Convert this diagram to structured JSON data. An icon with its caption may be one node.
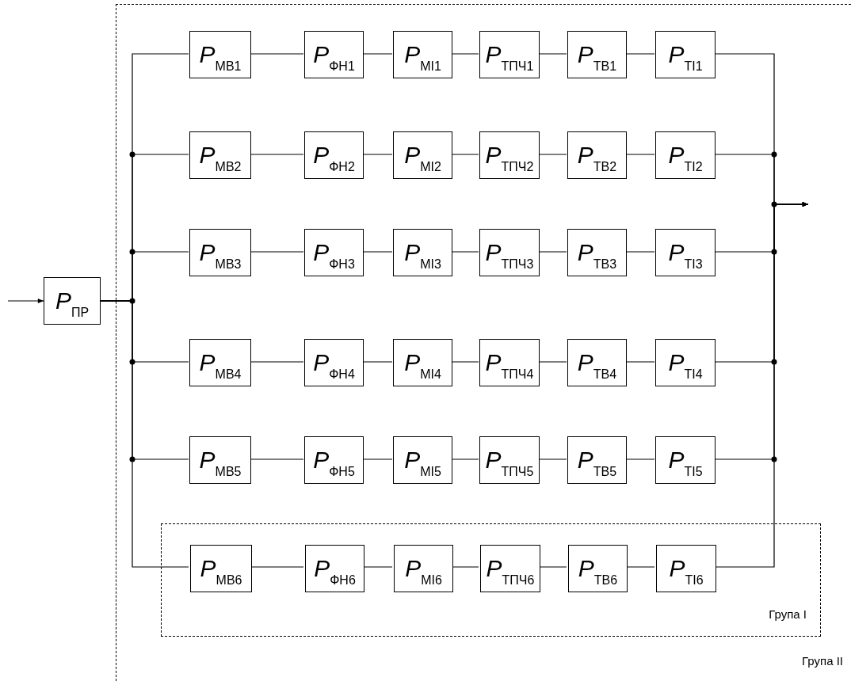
{
  "diagram": {
    "nodes": [
      {
        "text": [
          "Група II"
        ]
      },
      {
        "text": [
          "*P*$_{ПР}$"
        ]
      },
      {
        "text": [
          "*P*$_{МВ1}$"
        ],
        "in": 0
      },
      {
        "text": [
          "*P*$_{ФН1}$"
        ],
        "in": 0
      },
      {
        "text": [
          "*P*$_{МІ1}$"
        ],
        "in": 0
      },
      {
        "text": [
          "*P*$_{ТПЧ1}$"
        ],
        "in": 0
      },
      {
        "text": [
          "*P*$_{ТВ1}$"
        ],
        "in": 0
      },
      {
        "text": [
          "*P*$_{ТІ1}$"
        ],
        "in": 0
      },
      {
        "text": [
          "*P*$_{МВ2}$"
        ],
        "in": 0
      },
      {
        "text": [
          "*P*$_{ФН2}$"
        ],
        "in": 0
      },
      {
        "text": [
          "*P*$_{МІ2}$"
        ],
        "in": 0
      },
      {
        "text": [
          "*P*$_{ТПЧ2}$"
        ],
        "in": 0
      },
      {
        "text": [
          "*P*$_{ТВ2}$"
        ],
        "in": 0
      },
      {
        "text": [
          "*P*$_{ТІ2}$"
        ],
        "in": 0
      },
      {
        "text": [
          "*P*$_{МВ3}$"
        ],
        "in": 0
      },
      {
        "text": [
          "*P*$_{ФН3}$"
        ],
        "in": 0
      },
      {
        "text": [
          "*P*$_{МІ3}$"
        ],
        "in": 0
      },
      {
        "text": [
          "*P*$_{ТПЧ3}$"
        ],
        "in": 0
      },
      {
        "text": [
          "*P*$_{ТВ3}$"
        ],
        "in": 0
      },
      {
        "text": [
          "*P*$_{ТІ3}$"
        ],
        "in": 0
      },
      {
        "text": [
          "*P*$_{МВ4}$"
        ],
        "in": 0
      },
      {
        "text": [
          "*P*$_{ФН4}$"
        ],
        "in": 0
      },
      {
        "text": [
          "*P*$_{МІ4}$"
        ],
        "in": 0
      },
      {
        "text": [
          "*P*$_{ТПЧ4}$"
        ],
        "in": 0
      },
      {
        "text": [
          "*P*$_{ТВ4}$"
        ],
        "in": 0
      },
      {
        "text": [
          "*P*$_{ТІ4}$"
        ],
        "in": 0
      },
      {
        "text": [
          "*P*$_{МВ5}$"
        ],
        "in": 0
      },
      {
        "text": [
          "*P*$_{ФН5}$"
        ],
        "in": 0
      },
      {
        "text": [
          "*P*$_{МІ5}$"
        ],
        "in": 0
      },
      {
        "text": [
          "*P*$_{ТПЧ5}$"
        ],
        "in": 0
      },
      {
        "text": [
          "*P*$_{ТВ5}$"
        ],
        "in": 0
      },
      {
        "text": [
          "*P*$_{ТІ5}$"
        ],
        "in": 0
      },
      {
        "text": [
          "Група I"
        ],
        "in": 0
      },
      {
        "text": [
          "*P*$_{МВ6}$"
        ],
        "in": 32
      },
      {
        "text": [
          "*P*$_{ФН6}$"
        ],
        "in": 32
      },
      {
        "text": [
          "*P*$_{МІ6}$"
        ],
        "in": 32
      },
      {
        "text": [
          "*P*$_{ТПЧ6}$"
        ],
        "in": 32
      },
      {
        "text": [
          "*P*$_{ТВ6}$"
        ],
        "in": 32
      },
      {
        "text": [
          "*P*$_{ТІ6}$"
        ],
        "in": 32
      }
    ],
    "edges": [
      {
        "from": null,
        "to": 1,
        "arrow": "to"
      },
      {
        "from": 1,
        "to": 2,
        "arrow": "none"
      },
      {
        "from": 2,
        "to": 3,
        "arrow": "none"
      },
      {
        "from": 3,
        "to": 4,
        "arrow": "none"
      },
      {
        "from": 4,
        "to": 5,
        "arrow": "none"
      },
      {
        "from": 5,
        "to": 6,
        "arrow": "none"
      },
      {
        "from": 6,
        "to": 7,
        "arrow": "none"
      },
      {
        "from": 7,
        "to": null,
        "arrow": "to"
      },
      {
        "from": 1,
        "to": 8,
        "arrow": "none"
      },
      {
        "from": 8,
        "to": 9,
        "arrow": "none"
      },
      {
        "from": 9,
        "to": 10,
        "arrow": "none"
      },
      {
        "from": 10,
        "to": 11,
        "arrow": "none"
      },
      {
        "from": 11,
        "to": 12,
        "arrow": "none"
      },
      {
        "from": 12,
        "to": 13,
        "arrow": "none"
      },
      {
        "from": 13,
        "to": null,
        "arrow": "to"
      },
      {
        "from": 1,
        "to": 14,
        "arrow": "none"
      },
      {
        "from": 14,
        "to": 15,
        "arrow": "none"
      },
      {
        "from": 15,
        "to": 16,
        "arrow": "none"
      },
      {
        "from": 16,
        "to": 17,
        "arrow": "none"
      },
      {
        "from": 17,
        "to": 18,
        "arrow": "none"
      },
      {
        "from": 18,
        "to": 19,
        "arrow": "none"
      },
      {
        "from": 19,
        "to": null,
        "arrow": "to"
      },
      {
        "from": 1,
        "to": 20,
        "arrow": "none"
      },
      {
        "from": 20,
        "to": 21,
        "arrow": "none"
      },
      {
        "from": 21,
        "to": 22,
        "arrow": "none"
      },
      {
        "from": 22,
        "to": 23,
        "arrow": "none"
      },
      {
        "from": 23,
        "to": 24,
        "arrow": "none"
      },
      {
        "from": 24,
        "to": 25,
        "arrow": "none"
      },
      {
        "from": 25,
        "to": null,
        "arrow": "to"
      },
      {
        "from": 1,
        "to": 26,
        "arrow": "none"
      },
      {
        "from": 26,
        "to": 27,
        "arrow": "none"
      },
      {
        "from": 27,
        "to": 28,
        "arrow": "none"
      },
      {
        "from": 28,
        "to": 29,
        "arrow": "none"
      },
      {
        "from": 29,
        "to": 30,
        "arrow": "none"
      },
      {
        "from": 30,
        "to": 31,
        "arrow": "none"
      },
      {
        "from": 31,
        "to": null,
        "arrow": "to"
      },
      {
        "from": 1,
        "to": 33,
        "arrow": "none"
      },
      {
        "from": 33,
        "to": 34,
        "arrow": "none"
      },
      {
        "from": 34,
        "to": 35,
        "arrow": "none"
      },
      {
        "from": 35,
        "to": 36,
        "arrow": "none"
      },
      {
        "from": 36,
        "to": 37,
        "arrow": "none"
      },
      {
        "from": 37,
        "to": 38,
        "arrow": "none"
      },
      {
        "from": 38,
        "to": null,
        "arrow": "to"
      }
    ]
  }
}
